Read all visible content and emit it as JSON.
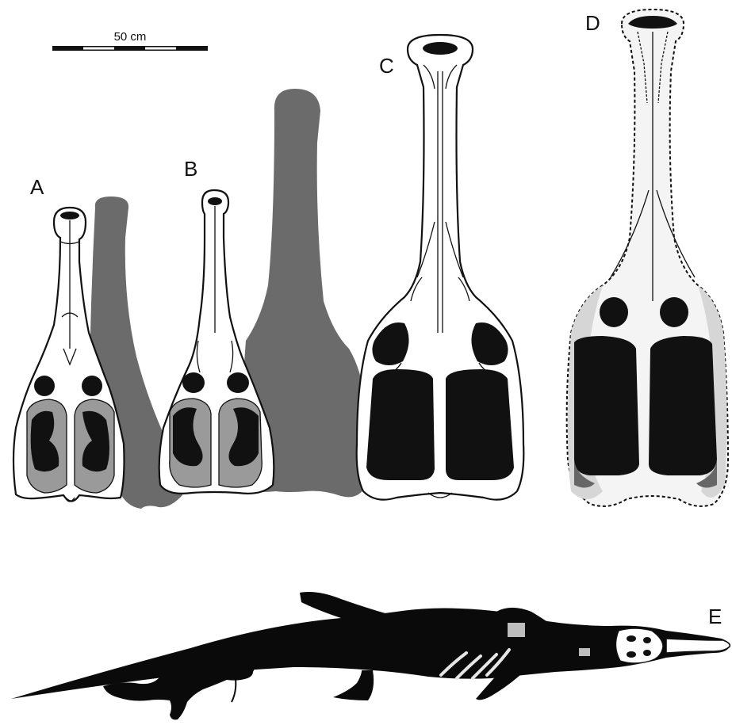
{
  "scale_bar": {
    "label": "50 cm"
  },
  "panels": {
    "a": {
      "label": "A"
    },
    "b": {
      "label": "B"
    },
    "c": {
      "label": "C"
    },
    "d": {
      "label": "D"
    },
    "e": {
      "label": "E"
    }
  },
  "colors": {
    "outline": "#111111",
    "skull_fill": "#ffffff",
    "silhouette": "#6b6b6b",
    "body_silhouette": "#0a0a0a",
    "fenestra_shade": "#9a9a9a"
  }
}
